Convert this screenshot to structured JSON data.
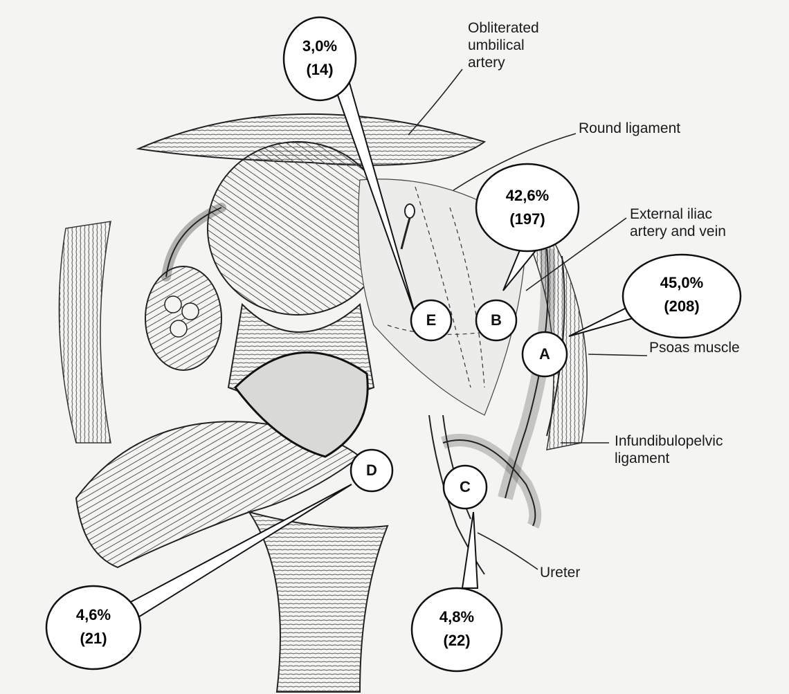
{
  "labels": {
    "obliterated_umbilical_artery": "Obliterated\numbilical\nartery",
    "round_ligament": "Round ligament",
    "external_iliac": "External iliac\nartery and vein",
    "psoas_muscle": "Psoas muscle",
    "infundibulopelvic_ligament": "Infundibulopelvic\nligament",
    "ureter": "Ureter"
  },
  "callouts": {
    "E": {
      "letter": "E",
      "percent": "3,0%",
      "count": "(14)"
    },
    "B": {
      "letter": "B",
      "percent": "42,6%",
      "count": "(197)"
    },
    "A": {
      "letter": "A",
      "percent": "45,0%",
      "count": "(208)"
    },
    "D": {
      "letter": "D",
      "percent": "4,6%",
      "count": "(21)"
    },
    "C": {
      "letter": "C",
      "percent": "4,8%",
      "count": "(22)"
    }
  }
}
